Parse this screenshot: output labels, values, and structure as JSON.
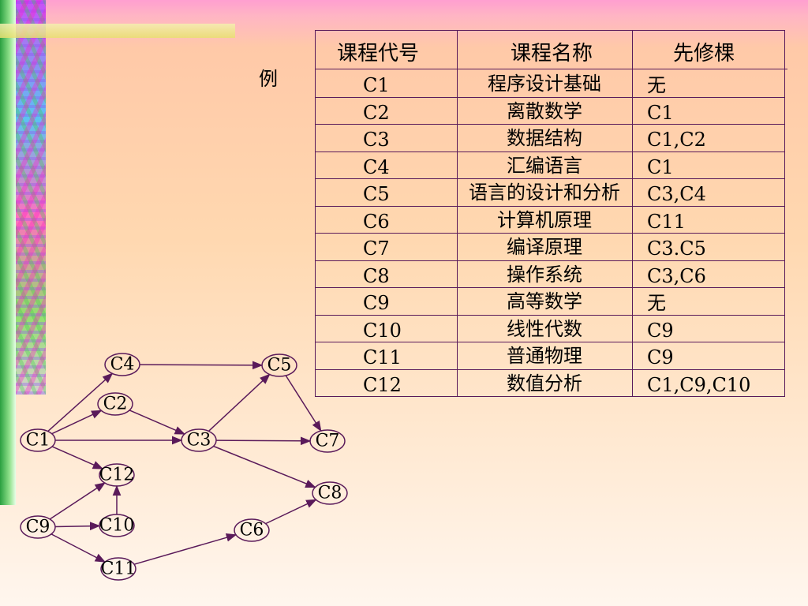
{
  "example_label": "例",
  "table": {
    "headers": [
      "课程代号",
      "课程名称",
      "先修棵"
    ],
    "rows": [
      {
        "code": "C1",
        "name": "程序设计基础",
        "prereq": "无"
      },
      {
        "code": "C2",
        "name": "离散数学",
        "prereq": "C1"
      },
      {
        "code": "C3",
        "name": "数据结构",
        "prereq": "C1,C2"
      },
      {
        "code": "C4",
        "name": "汇编语言",
        "prereq": "C1"
      },
      {
        "code": "C5",
        "name": "语言的设计和分析",
        "prereq": "C3,C4"
      },
      {
        "code": "C6",
        "name": "计算机原理",
        "prereq": "C11"
      },
      {
        "code": "C7",
        "name": "编译原理",
        "prereq": "C3.C5"
      },
      {
        "code": "C8",
        "name": "操作系统",
        "prereq": "C3,C6"
      },
      {
        "code": "C9",
        "name": "高等数学",
        "prereq": "无"
      },
      {
        "code": "C10",
        "name": "线性代数",
        "prereq": "C9"
      },
      {
        "code": "C11",
        "name": "普通物理",
        "prereq": "C9"
      },
      {
        "code": "C12",
        "name": "数值分析",
        "prereq": "C1,C9,C10"
      }
    ]
  },
  "graph": {
    "nodes": [
      "C1",
      "C2",
      "C3",
      "C4",
      "C5",
      "C6",
      "C7",
      "C8",
      "C9",
      "C10",
      "C11",
      "C12"
    ],
    "edges": [
      [
        "C1",
        "C4"
      ],
      [
        "C1",
        "C2"
      ],
      [
        "C1",
        "C3"
      ],
      [
        "C1",
        "C12"
      ],
      [
        "C2",
        "C3"
      ],
      [
        "C4",
        "C5"
      ],
      [
        "C3",
        "C5"
      ],
      [
        "C3",
        "C7"
      ],
      [
        "C3",
        "C8"
      ],
      [
        "C5",
        "C7"
      ],
      [
        "C9",
        "C12"
      ],
      [
        "C9",
        "C10"
      ],
      [
        "C9",
        "C11"
      ],
      [
        "C10",
        "C12"
      ],
      [
        "C11",
        "C6"
      ],
      [
        "C6",
        "C8"
      ]
    ]
  },
  "colors": {
    "line": "#5a1a5a",
    "edge": "#5a1a5a"
  }
}
